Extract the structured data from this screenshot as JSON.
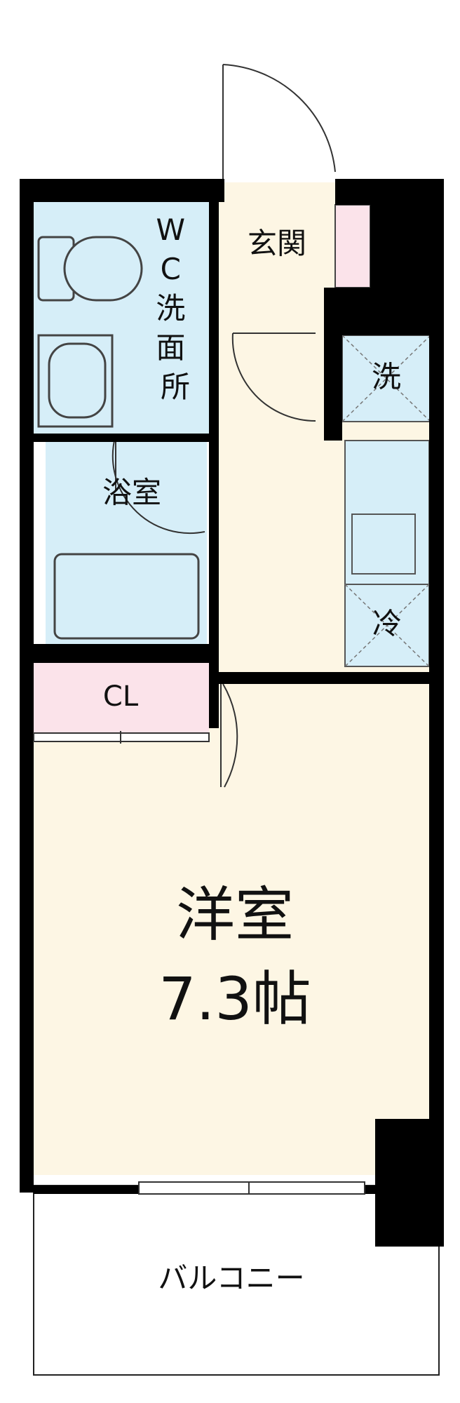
{
  "rooms": {
    "entrance": "玄関",
    "wc_washroom": "WC洗面所",
    "bathroom": "浴室",
    "washer": "洗",
    "fridge": "冷",
    "closet": "CL",
    "western_room": "洋室",
    "western_room_size": "7.3帖",
    "balcony": "バルコニー"
  },
  "colors": {
    "wall": "#000000",
    "wet_area": "#d6eef8",
    "living_floor": "#fdf6e4",
    "storage": "#fbe3ea",
    "outline": "#222222"
  }
}
